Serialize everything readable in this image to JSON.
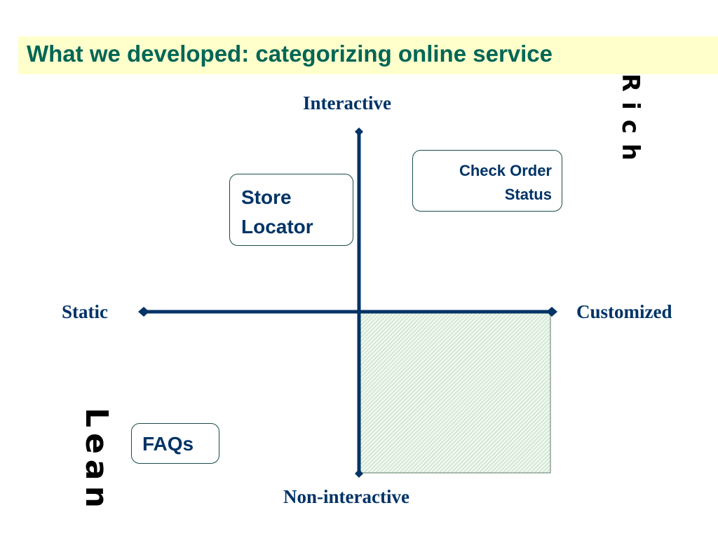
{
  "slide": {
    "title": "What we developed:  categorizing online service"
  },
  "axes": {
    "top": "Interactive",
    "bottom": "Non-interactive",
    "left": "Static",
    "right": "Customized"
  },
  "items": {
    "check_order": [
      "Check Order",
      "Status"
    ],
    "store_locator": [
      "Store",
      "Locator"
    ],
    "faqs": "FAQs"
  },
  "corner_labels": {
    "rich": "Rich",
    "lean": "Lean"
  },
  "colors": {
    "title": "#006655",
    "title_band": "#ffffcc",
    "axis": "#003366",
    "quadrant_fill": "#d9ecd9"
  }
}
